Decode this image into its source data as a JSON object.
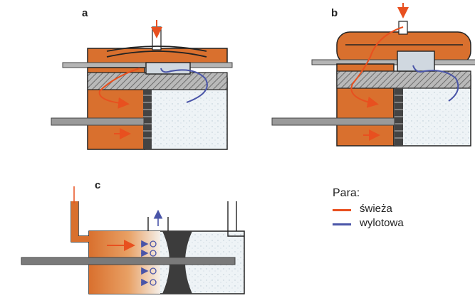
{
  "labels": {
    "a": "a",
    "b": "b",
    "c": "c"
  },
  "legend": {
    "title": "Para:",
    "items": [
      {
        "label": "świeża",
        "color": "#e8501f"
      },
      {
        "label": "wylotowa",
        "color": "#4a55a8"
      }
    ]
  },
  "colors": {
    "steam_fresh": "#e8501f",
    "steam_exhaust": "#4a55a8",
    "chamber_orange": "#d9702e",
    "cylinder_white": "#eef3f6",
    "metal_gray": "#9a9a9a",
    "outline": "#222222"
  }
}
